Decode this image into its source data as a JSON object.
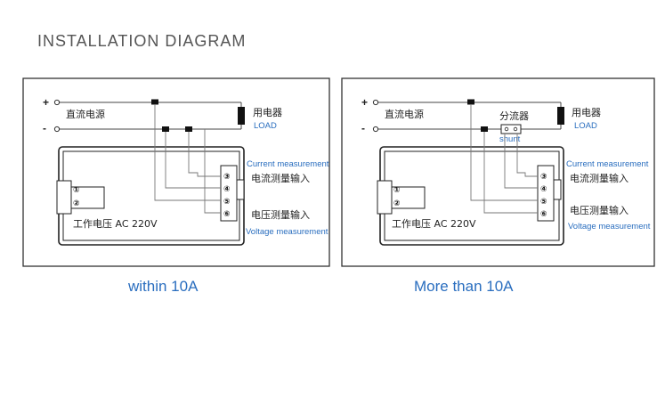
{
  "title": "INSTALLATION DIAGRAM",
  "left": {
    "caption": "within 10A",
    "supply_label": "直流电源",
    "plus": "+",
    "minus": "-",
    "load_cn": "用电器",
    "load_en": "LOAD",
    "current_cn": "电流测量输入",
    "current_en": "Current measurement",
    "voltage_cn": "电压测量输入",
    "voltage_en": "Voltage measurement",
    "working_voltage": "工作电压  AC  220V",
    "terminals_left": [
      "①",
      "②"
    ],
    "terminals_right": [
      "③",
      "④",
      "⑤",
      "⑥"
    ]
  },
  "right": {
    "caption": "More than 10A",
    "supply_label": "直流电源",
    "plus": "+",
    "minus": "-",
    "shunt_cn": "分流器",
    "shunt_en": "shunt",
    "load_cn": "用电器",
    "load_en": "LOAD",
    "current_cn": "电流测量输入",
    "current_en": "Current measurement",
    "voltage_cn": "电压测量输入",
    "voltage_en": "Voltage measurement",
    "working_voltage": "工作电压  AC  220V",
    "terminals_left": [
      "①",
      "②"
    ],
    "terminals_right": [
      "③",
      "④",
      "⑤",
      "⑥"
    ]
  }
}
